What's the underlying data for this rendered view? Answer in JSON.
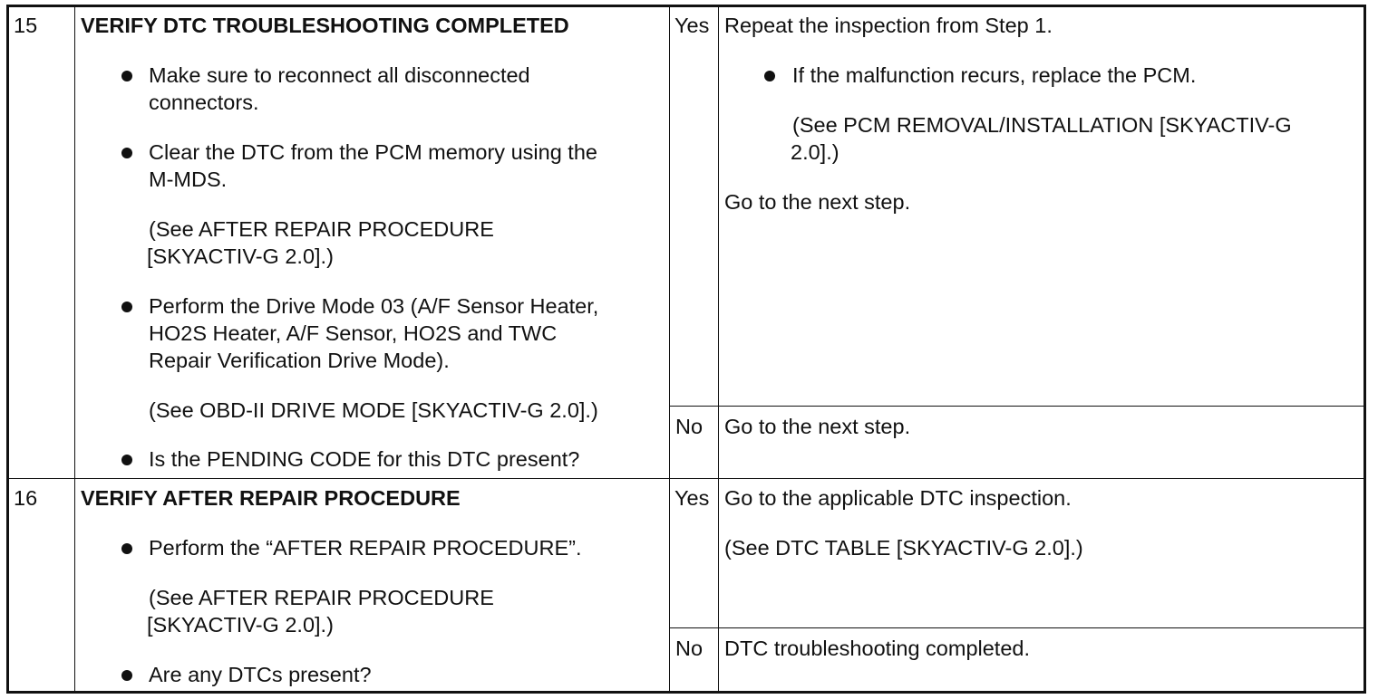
{
  "rows": [
    {
      "step": "15",
      "title": "VERIFY DTC TROUBLESHOOTING COMPLETED",
      "items": [
        {
          "bullet": true,
          "lines": [
            "Make sure to reconnect all disconnected",
            "connectors."
          ]
        },
        {
          "bullet": true,
          "lines": [
            "Clear the DTC from the PCM memory using the",
            "M-MDS."
          ]
        },
        {
          "bullet": false,
          "lines": [
            "(See AFTER REPAIR PROCEDURE",
            "[SKYACTIV-G 2.0].)"
          ]
        },
        {
          "bullet": true,
          "lines": [
            "Perform the Drive Mode 03 (A/F Sensor Heater,",
            "HO2S Heater, A/F Sensor, HO2S and TWC",
            "Repair Verification Drive Mode)."
          ]
        },
        {
          "bullet": false,
          "lines": [
            "(See OBD-II DRIVE MODE [SKYACTIV-G 2.0].)"
          ]
        },
        {
          "bullet": true,
          "lines": [
            "Is the PENDING CODE for this DTC present?"
          ]
        }
      ],
      "yes": {
        "label": "Yes",
        "action": "Repeat the inspection from Step 1.",
        "sub_bullet": "If the malfunction recurs, replace the PCM.",
        "sub_ref": [
          "(See PCM REMOVAL/INSTALLATION [SKYACTIV-G",
          "2.0].)"
        ],
        "next": "Go to the next step."
      },
      "no": {
        "label": "No",
        "action": "Go to the next step."
      }
    },
    {
      "step": "16",
      "title": "VERIFY AFTER REPAIR PROCEDURE",
      "items": [
        {
          "bullet": true,
          "lines": [
            "Perform the “AFTER REPAIR PROCEDURE”."
          ]
        },
        {
          "bullet": false,
          "lines": [
            "(See AFTER REPAIR PROCEDURE",
            "[SKYACTIV-G 2.0].)"
          ]
        },
        {
          "bullet": true,
          "lines": [
            "Are any DTCs present?"
          ]
        }
      ],
      "yes": {
        "label": "Yes",
        "action": "Go to the applicable DTC inspection.",
        "ref": "(See DTC TABLE [SKYACTIV-G 2.0].)"
      },
      "no": {
        "label": "No",
        "action": "DTC troubleshooting completed."
      }
    }
  ]
}
